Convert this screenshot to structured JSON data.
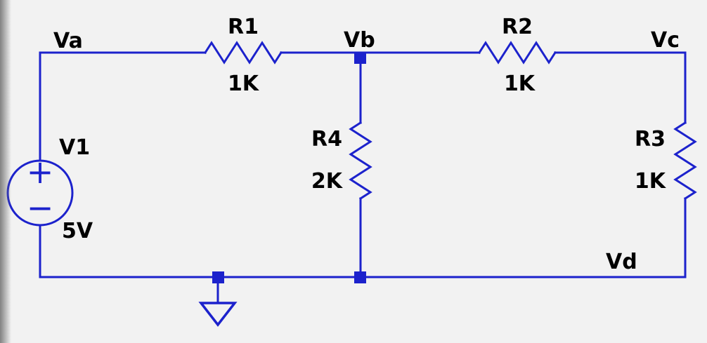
{
  "colors": {
    "wire": "#1c22cc",
    "label": "#000000",
    "background": "#f2f2f2",
    "left_edge_shadow": "#6e6e6e"
  },
  "nodes": {
    "va": "Va",
    "vb": "Vb",
    "vc": "Vc",
    "vd": "Vd"
  },
  "components": {
    "v1": {
      "designator": "V1",
      "value": "5V",
      "polarity_plus": "+",
      "polarity_minus": "−"
    },
    "r1": {
      "designator": "R1",
      "value": "1K"
    },
    "r2": {
      "designator": "R2",
      "value": "1K"
    },
    "r3": {
      "designator": "R3",
      "value": "1K"
    },
    "r4": {
      "designator": "R4",
      "value": "2K"
    }
  }
}
